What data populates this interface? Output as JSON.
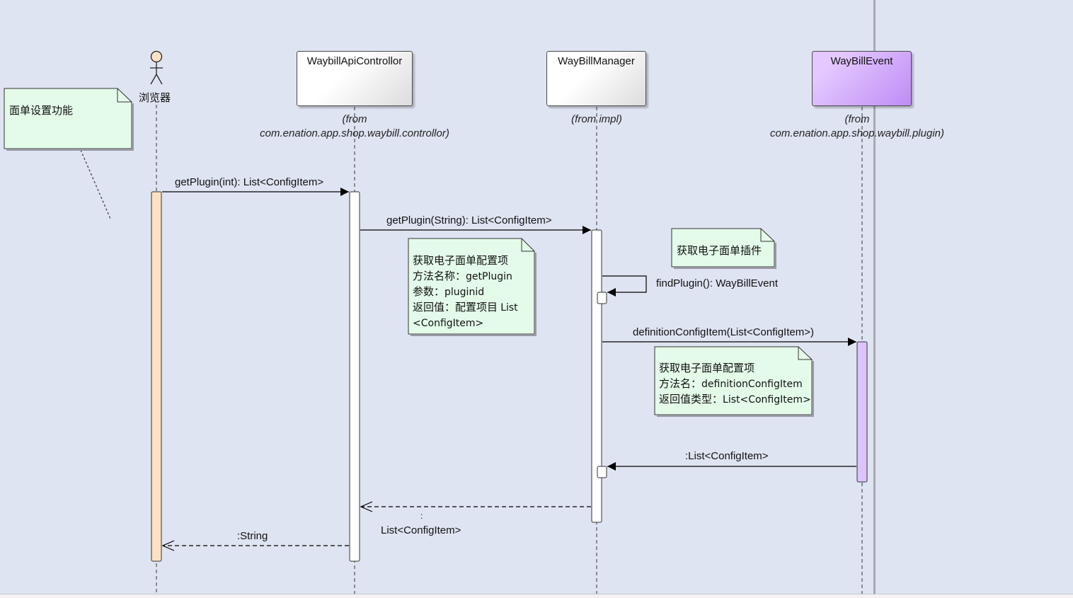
{
  "actor": {
    "label": "浏览器"
  },
  "lifelines": [
    {
      "name": "WaybillApiControllor",
      "from_line1": "(from",
      "from_line2": "com.enation.app.shop.waybill.controllor)"
    },
    {
      "name": "WayBillManager",
      "from_line1": "(from impl)"
    },
    {
      "name": "WayBillEvent",
      "from_line1": "(from",
      "from_line2": "com.enation.app.shop.waybill.plugin)"
    }
  ],
  "notes": {
    "feature": "面单设置功能",
    "manager_method": {
      "line1": "获取电子面单配置项",
      "line2_label": "方法名称：",
      "line2_value": "getPlugin",
      "line3_label": "参数：",
      "line3_value": "pluginid",
      "line4_label": "返回值：配置项目",
      "line4_value": "List",
      "line5": "<ConfigItem>"
    },
    "find_plugin": "获取电子面单插件",
    "event_method": {
      "line1": "获取电子面单配置项",
      "line2_label": "方法名：",
      "line2_value": "definitionConfigItem",
      "line3_label": "返回值类型：",
      "line3_value": "List<ConfigItem>"
    }
  },
  "messages": {
    "m1": "getPlugin(int): List<ConfigItem>",
    "m2": "getPlugin(String): List<ConfigItem>",
    "m3": "findPlugin(): WayBillEvent",
    "m4": "definitionConfigItem(List<ConfigItem>)",
    "m5": ":List<ConfigItem>",
    "m6_colon": ":",
    "m6": "List<ConfigItem>",
    "m7": ":String"
  },
  "colors": {
    "background": "#dfe4f2",
    "note_fill": "#e4fbe9",
    "actor_activation": "#fde1c4",
    "event_activation": "#dcc4fb",
    "event_box": "#d2aaff"
  }
}
